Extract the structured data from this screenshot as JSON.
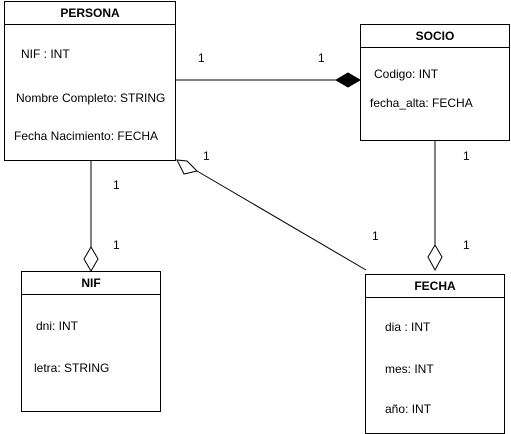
{
  "classes": {
    "persona": {
      "name": "PERSONA",
      "attrs": [
        "NIF : INT",
        "Nombre Completo: STRING",
        "Fecha Nacimiento: FECHA"
      ]
    },
    "socio": {
      "name": "SOCIO",
      "attrs": [
        "Codigo: INT",
        "fecha_alta: FECHA"
      ]
    },
    "nif": {
      "name": "NIF",
      "attrs": [
        "dni: INT",
        "letra: STRING"
      ]
    },
    "fecha": {
      "name": "FECHA",
      "attrs": [
        "dia : INT",
        "mes: INT",
        "año: INT"
      ]
    }
  },
  "multiplicities": {
    "persona_socio_left": "1",
    "persona_socio_right": "1",
    "persona_nif_top": "1",
    "persona_nif_bottom": "1",
    "persona_fecha_top": "1",
    "persona_fecha_bottom": "1",
    "socio_fecha_top": "1",
    "socio_fecha_bottom": "1"
  }
}
